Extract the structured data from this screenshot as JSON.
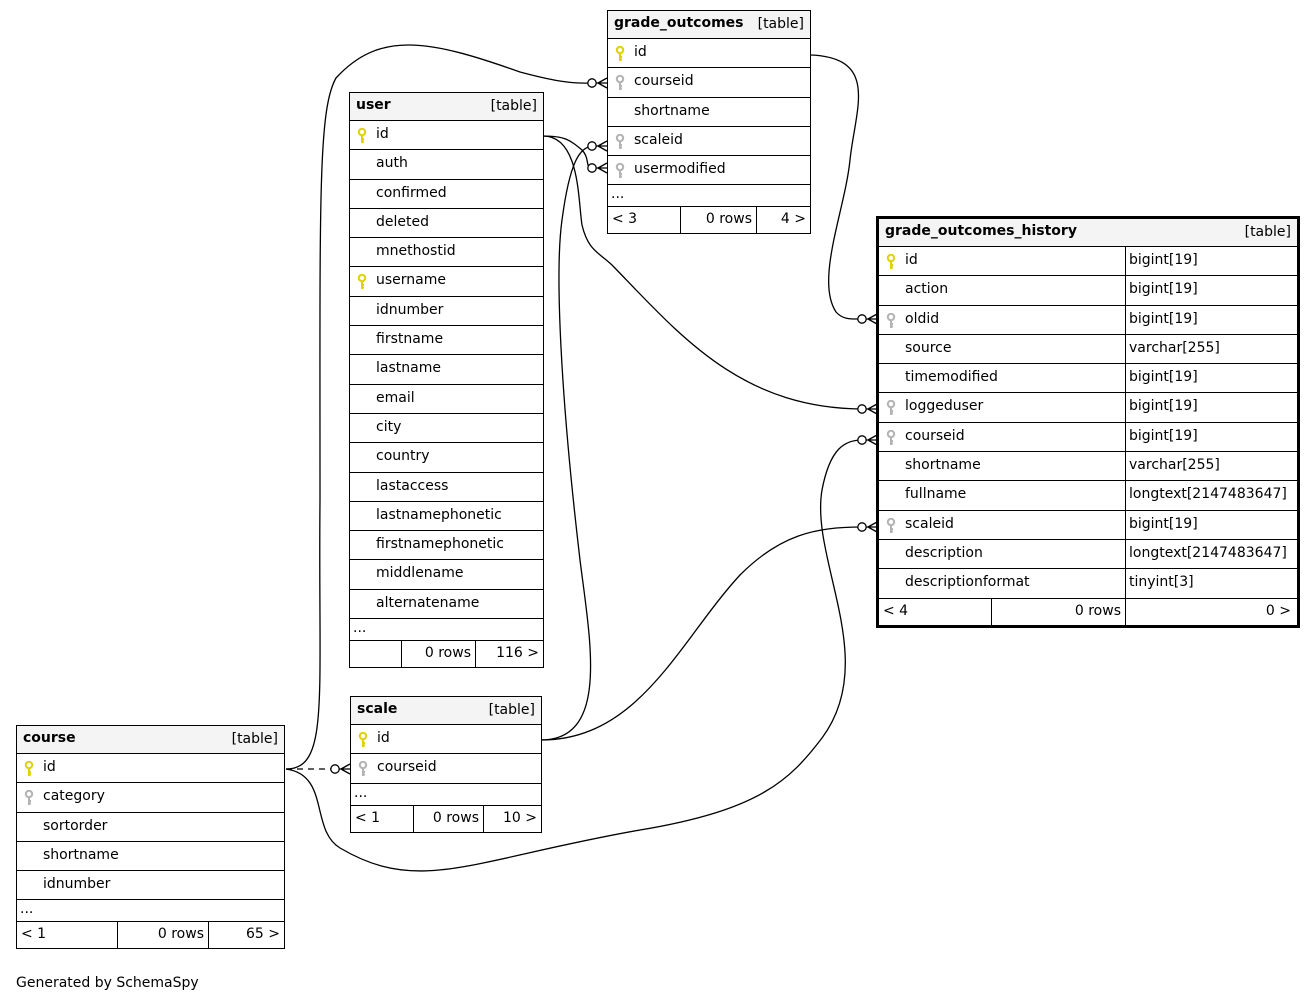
{
  "tables": {
    "grade_outcomes": {
      "name": "grade_outcomes",
      "type_label": "[table]",
      "columns": [
        {
          "name": "id",
          "key": "primary"
        },
        {
          "name": "courseid",
          "key": "foreign"
        },
        {
          "name": "shortname",
          "key": "none"
        },
        {
          "name": "scaleid",
          "key": "foreign"
        },
        {
          "name": "usermodified",
          "key": "foreign"
        }
      ],
      "ellipsis": "...",
      "footer": {
        "parents": "< 3",
        "rows": "0 rows",
        "children": "4 >"
      }
    },
    "user": {
      "name": "user",
      "type_label": "[table]",
      "columns": [
        {
          "name": "id",
          "key": "primary"
        },
        {
          "name": "auth",
          "key": "none"
        },
        {
          "name": "confirmed",
          "key": "none"
        },
        {
          "name": "deleted",
          "key": "none"
        },
        {
          "name": "mnethostid",
          "key": "none"
        },
        {
          "name": "username",
          "key": "primary"
        },
        {
          "name": "idnumber",
          "key": "none"
        },
        {
          "name": "firstname",
          "key": "none"
        },
        {
          "name": "lastname",
          "key": "none"
        },
        {
          "name": "email",
          "key": "none"
        },
        {
          "name": "city",
          "key": "none"
        },
        {
          "name": "country",
          "key": "none"
        },
        {
          "name": "lastaccess",
          "key": "none"
        },
        {
          "name": "lastnamephonetic",
          "key": "none"
        },
        {
          "name": "firstnamephonetic",
          "key": "none"
        },
        {
          "name": "middlename",
          "key": "none"
        },
        {
          "name": "alternatename",
          "key": "none"
        }
      ],
      "ellipsis": "...",
      "footer": {
        "parents": "",
        "rows": "0 rows",
        "children": "116 >"
      }
    },
    "grade_outcomes_history": {
      "name": "grade_outcomes_history",
      "type_label": "[table]",
      "columns": [
        {
          "name": "id",
          "type": "bigint[19]",
          "key": "primary"
        },
        {
          "name": "action",
          "type": "bigint[19]",
          "key": "none"
        },
        {
          "name": "oldid",
          "type": "bigint[19]",
          "key": "foreign"
        },
        {
          "name": "source",
          "type": "varchar[255]",
          "key": "none"
        },
        {
          "name": "timemodified",
          "type": "bigint[19]",
          "key": "none"
        },
        {
          "name": "loggeduser",
          "type": "bigint[19]",
          "key": "foreign"
        },
        {
          "name": "courseid",
          "type": "bigint[19]",
          "key": "foreign"
        },
        {
          "name": "shortname",
          "type": "varchar[255]",
          "key": "none"
        },
        {
          "name": "fullname",
          "type": "longtext[2147483647]",
          "key": "none"
        },
        {
          "name": "scaleid",
          "type": "bigint[19]",
          "key": "foreign"
        },
        {
          "name": "description",
          "type": "longtext[2147483647]",
          "key": "none"
        },
        {
          "name": "descriptionformat",
          "type": "tinyint[3]",
          "key": "none"
        }
      ],
      "footer": {
        "parents": "< 4",
        "rows": "0 rows",
        "children": "0 >"
      }
    },
    "scale": {
      "name": "scale",
      "type_label": "[table]",
      "columns": [
        {
          "name": "id",
          "key": "primary"
        },
        {
          "name": "courseid",
          "key": "foreign"
        }
      ],
      "ellipsis": "...",
      "footer": {
        "parents": "< 1",
        "rows": "0 rows",
        "children": "10 >"
      }
    },
    "course": {
      "name": "course",
      "type_label": "[table]",
      "columns": [
        {
          "name": "id",
          "key": "primary"
        },
        {
          "name": "category",
          "key": "foreign"
        },
        {
          "name": "sortorder",
          "key": "none"
        },
        {
          "name": "shortname",
          "key": "none"
        },
        {
          "name": "idnumber",
          "key": "none"
        }
      ],
      "ellipsis": "...",
      "footer": {
        "parents": "< 1",
        "rows": "0 rows",
        "children": "65 >"
      }
    }
  },
  "colors": {
    "primary_key": "#e0d200",
    "foreign_key": "#b3b3b3",
    "header_bg": "#f4f4f4"
  },
  "generated_by": "Generated by SchemaSpy"
}
